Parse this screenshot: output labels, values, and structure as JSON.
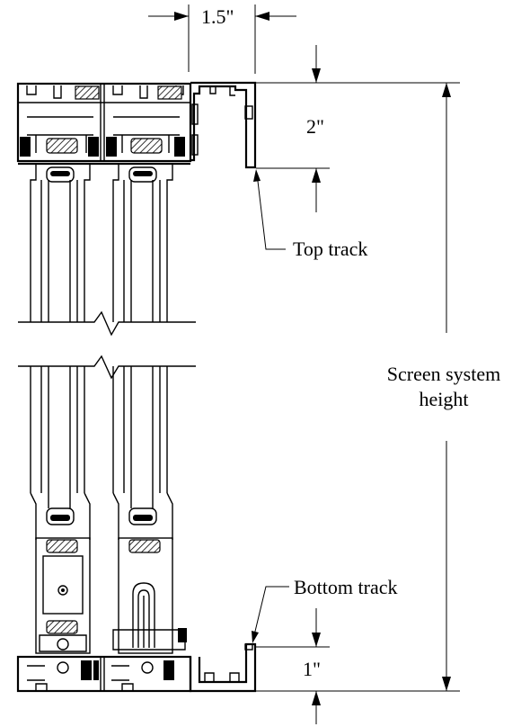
{
  "labels": {
    "top_width": "1.5\"",
    "top_height": "2\"",
    "top_track": "Top track",
    "screen_system_height_line1": "Screen system",
    "screen_system_height_line2": "height",
    "bottom_track": "Bottom track",
    "bottom_height": "1\""
  },
  "colors": {
    "line": "#000000",
    "background": "#ffffff"
  }
}
